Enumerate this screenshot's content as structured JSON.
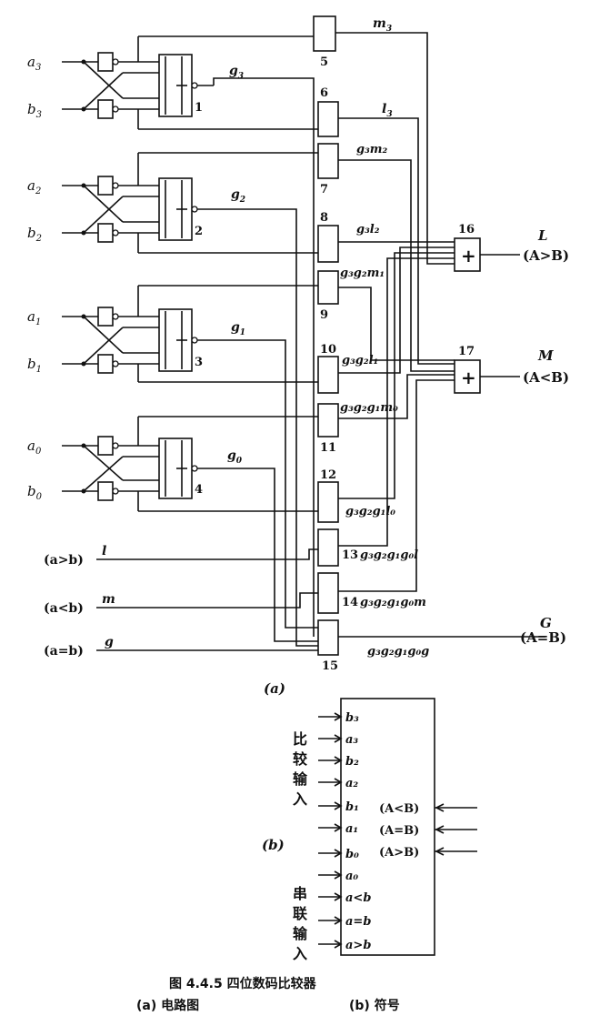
{
  "circuit_a": {
    "caption": "(a)",
    "inputs": {
      "a3": "a",
      "a3_sub": "3",
      "b3": "b",
      "b3_sub": "3",
      "a2": "a",
      "a2_sub": "2",
      "b2": "b",
      "b2_sub": "2",
      "a1": "a",
      "a1_sub": "1",
      "b1": "b",
      "b1_sub": "1",
      "a0": "a",
      "a0_sub": "0",
      "b0": "b",
      "b0_sub": "0"
    },
    "cascade_inputs": [
      {
        "cond": "(a>b)",
        "signal": "l"
      },
      {
        "cond": "(a<b)",
        "signal": "m"
      },
      {
        "cond": "(a=b)",
        "signal": "g"
      }
    ],
    "block_numbers": [
      "1",
      "2",
      "3",
      "4",
      "5",
      "6",
      "7",
      "8",
      "9",
      "10",
      "11",
      "12",
      "13",
      "14",
      "15",
      "16",
      "17"
    ],
    "signals": {
      "g3": "g",
      "g3_sub": "3",
      "g2": "g",
      "g2_sub": "2",
      "g1": "g",
      "g1_sub": "1",
      "g0": "g",
      "g0_sub": "0",
      "m3": "m",
      "m3_sub": "3",
      "l3": "l",
      "l3_sub": "3"
    },
    "products": {
      "p7": "g₃m₂",
      "p8": "g₃l₂",
      "p9": "g₃g₂m₁",
      "p10": "g₃g₂l₁",
      "p11": "g₃g₂g₁m₀",
      "p12": "g₃g₂g₁l₀",
      "p13": "g₃g₂g₁g₀l",
      "p14": "g₃g₂g₁g₀m",
      "p15": "g₃g₂g₁g₀g"
    },
    "or_symbol": "+",
    "outputs": {
      "L": "L",
      "L_cond": "(A>B)",
      "M": "M",
      "M_cond": "(A<B)",
      "G": "G",
      "G_cond": "(A=B)"
    }
  },
  "symbol_b": {
    "caption": "(b)",
    "compare_label": [
      "比",
      "较",
      "输",
      "入"
    ],
    "serial_label": [
      "串",
      "联",
      "输",
      "入"
    ],
    "pins": [
      "b₃",
      "a₃",
      "b₂",
      "a₂",
      "b₁",
      "a₁",
      "b₀",
      "a₀",
      "a<b",
      "a=b",
      "a>b"
    ],
    "outputs": [
      "(A<B)",
      "(A=B)",
      "(A>B)"
    ]
  },
  "figure": {
    "title": "图 4.4.5   四位数码比较器",
    "sub_a": "(a) 电路图",
    "sub_b": "(b) 符号"
  }
}
